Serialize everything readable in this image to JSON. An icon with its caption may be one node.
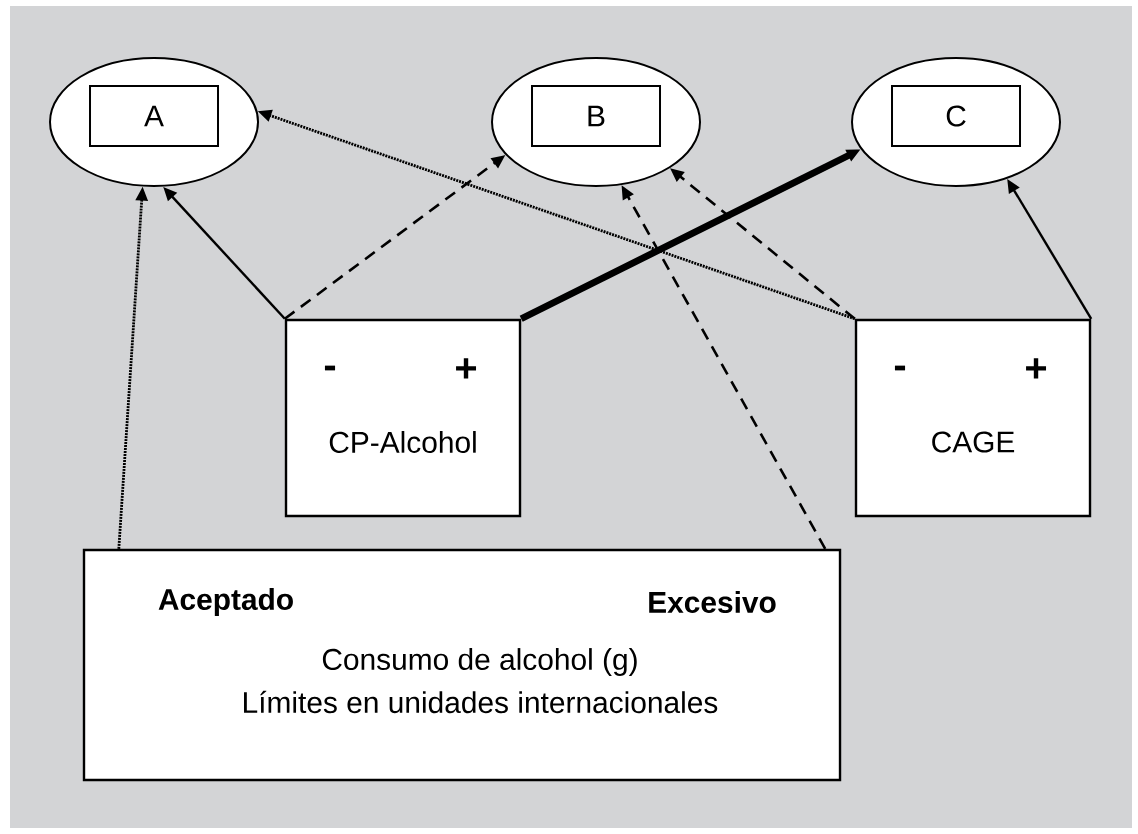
{
  "diagram": {
    "nodes": [
      {
        "text": [],
        "shape": "ellipse"
      },
      {
        "text": [
          "A"
        ],
        "in": 0
      },
      {
        "text": [],
        "shape": "ellipse"
      },
      {
        "text": [
          "B"
        ],
        "in": 2
      },
      {
        "text": [],
        "shape": "ellipse"
      },
      {
        "text": [
          "C"
        ],
        "in": 4
      },
      {
        "text": [
          "-",
          "+",
          "CP-Alcohol"
        ]
      },
      {
        "text": [
          "-",
          "+",
          "CAGE"
        ]
      },
      {
        "text": [
          "Aceptado",
          "Excesivo",
          "Consumo de alcohol (g)",
          "Límites en unidades internacionales"
        ]
      }
    ],
    "edges": [
      {
        "from": 6,
        "to": 0,
        "arrow": "to"
      },
      {
        "from": 6,
        "to": 2,
        "arrow": "to",
        "style": "dashed"
      },
      {
        "from": 6,
        "to": 4,
        "arrow": "to",
        "style": "thick"
      },
      {
        "from": 7,
        "to": 0,
        "arrow": "to",
        "style": "dashed"
      },
      {
        "from": 7,
        "to": 2,
        "arrow": "to",
        "style": "dashed"
      },
      {
        "from": 7,
        "to": 4,
        "arrow": "to"
      },
      {
        "from": 8,
        "to": 0,
        "arrow": "to",
        "style": "dashed"
      },
      {
        "from": 8,
        "to": 2,
        "arrow": "to",
        "style": "dashed"
      }
    ]
  }
}
